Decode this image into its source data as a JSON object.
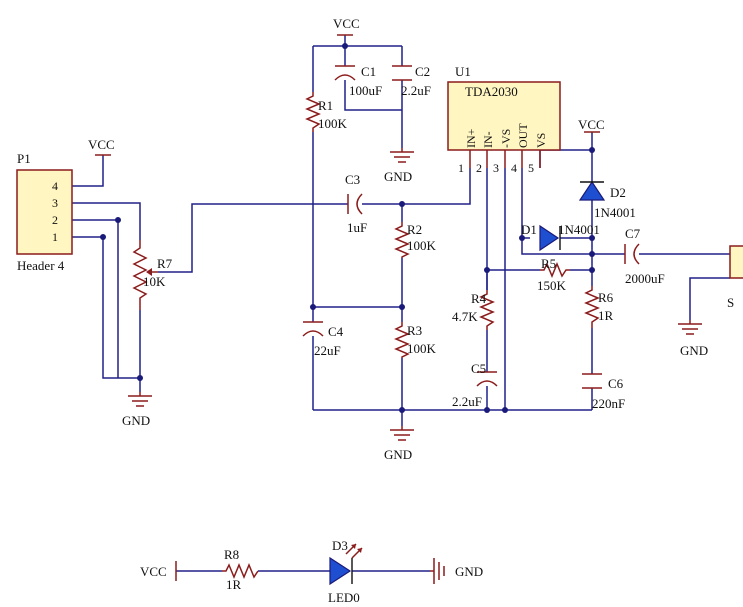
{
  "labels": {
    "vcc": "VCC",
    "gnd": "GND",
    "p1": "P1",
    "p1_name": "Header 4",
    "pin4": "4",
    "pin3": "3",
    "pin2": "2",
    "pin1": "1",
    "r1": "R1",
    "r1_val": "100K",
    "r2": "R2",
    "r2_val": "100K",
    "r3": "R3",
    "r3_val": "100K",
    "r4": "R4",
    "r4_val": "4.7K",
    "r5": "R5",
    "r5_val": "150K",
    "r6": "R6",
    "r6_val": "1R",
    "r7": "R7",
    "r7_val": "10K",
    "r8": "R8",
    "r8_val": "1R",
    "c1": "C1",
    "c1_val": "100uF",
    "c2": "C2",
    "c2_val": "2.2uF",
    "c3": "C3",
    "c3_val": "1uF",
    "c4": "C4",
    "c4_val": "22uF",
    "c5": "C5",
    "c5_val": "2.2uF",
    "c6": "C6",
    "c6_val": "220nF",
    "c7": "C7",
    "c7_val": "2000uF",
    "u1": "U1",
    "u1_name": "TDA2030",
    "u1_pins": [
      "IN+",
      "IN-",
      "-VS",
      "OUT",
      "VS"
    ],
    "u1_pin_nums": [
      "1",
      "2",
      "3",
      "4",
      "5"
    ],
    "d1": "D1",
    "d1_val": "1N4001",
    "d2": "D2",
    "d2_val": "1N4001",
    "d3": "D3",
    "d3_val": "LED0",
    "speaker_ref": "S"
  },
  "colors": {
    "wire": "#20208a",
    "component": "#8b1c1c",
    "ic_fill": "#fff6c2",
    "diode_fill": "#1f4fd1"
  }
}
